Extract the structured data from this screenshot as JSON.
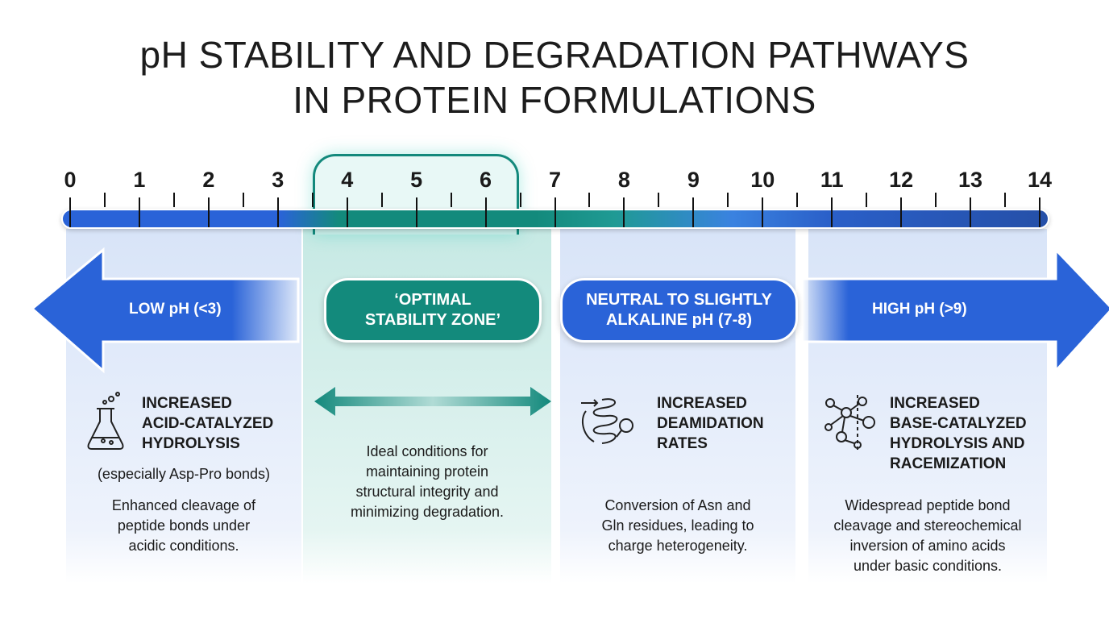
{
  "title_line1": "pH STABILITY AND DEGRADATION PATHWAYS",
  "title_line2": "IN PROTEIN FORMULATIONS",
  "scale": {
    "labels": [
      "0",
      "1",
      "2",
      "3",
      "4",
      "5",
      "6",
      "7",
      "8",
      "9",
      "10",
      "11",
      "12",
      "13",
      "14"
    ]
  },
  "zones": {
    "low": {
      "label": "LOW pH (<3)",
      "heading": [
        "INCREASED",
        "ACID-CATALYZED",
        "HYDROLYSIS"
      ],
      "note": "(especially Asp-Pro bonds)",
      "desc": [
        "Enhanced cleavage of",
        "peptide bonds under",
        "acidic conditions."
      ],
      "icon": "flask-icon"
    },
    "optimal": {
      "label_line1": "‘OPTIMAL",
      "label_line2": "STABILITY ZONE’",
      "desc": [
        "Ideal conditions for",
        "maintaining protein",
        "structural integrity and",
        "minimizing degradation."
      ],
      "range": [
        4,
        6
      ]
    },
    "neutral": {
      "label_line1": "NEUTRAL TO SLIGHTLY",
      "label_line2": "ALKALINE pH (7-8)",
      "heading": [
        "INCREASED",
        "DEAMIDATION",
        "RATES"
      ],
      "desc": [
        "Conversion of Asn and",
        "Gln residues, leading to",
        "charge heterogeneity."
      ],
      "icon": "protein-coil-icon"
    },
    "high": {
      "label": "HIGH pH (>9)",
      "heading": [
        "INCREASED",
        "BASE-CATALYZED",
        "HYDROLYSIS AND",
        "RACEMIZATION"
      ],
      "desc": [
        "Widespread peptide bond",
        "cleavage and stereochemical",
        "inversion of amino acids",
        "under basic conditions."
      ],
      "icon": "molecule-icon"
    }
  },
  "colors": {
    "blue": "#2a63d8",
    "teal": "#13897c",
    "dark_blue": "#2550a8"
  }
}
